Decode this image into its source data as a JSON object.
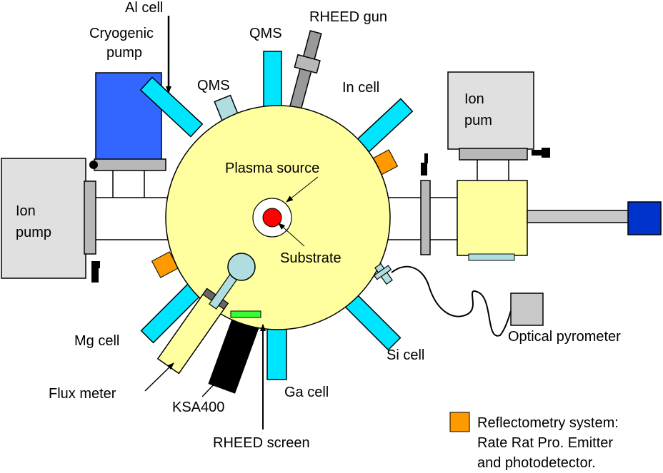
{
  "labels": {
    "al_cell": "Al cell",
    "cryogenic_line1": "Cryogenic",
    "cryogenic_line2": "pump",
    "qms_top": "QMS",
    "rheed_gun": "RHEED gun",
    "qms_left": "QMS",
    "in_cell": "In cell",
    "ion_pump_right_line1": "Ion",
    "ion_pump_right_line2": "pum",
    "ion_pump_left_line1": "Ion",
    "ion_pump_left_line2": "pump",
    "plasma_source": "Plasma source",
    "substrate": "Substrate",
    "mg_cell": "Mg cell",
    "flux_meter": "Flux meter",
    "ksa400": "KSA400",
    "ga_cell": "Ga cell",
    "rheed_screen": "RHEED screen",
    "si_cell": "Si cell",
    "optical_pyrometer": "Optical pyrometer"
  },
  "legend": {
    "line1": "Reflectometry system:",
    "line2": "Rate Rat Pro. Emitter",
    "line3": "and photodetector."
  },
  "colors": {
    "chamber": "#ffffa0",
    "cells": "#00e5ff",
    "cryo_pump": "#3366ff",
    "ion_pump": "#e0e0e0",
    "reflectometry": "#ff9900",
    "substrate": "#ff0000",
    "screen": "#33ff33",
    "qms": "#b0dde0",
    "ksa": "#000000",
    "end_box": "#0033cc"
  }
}
